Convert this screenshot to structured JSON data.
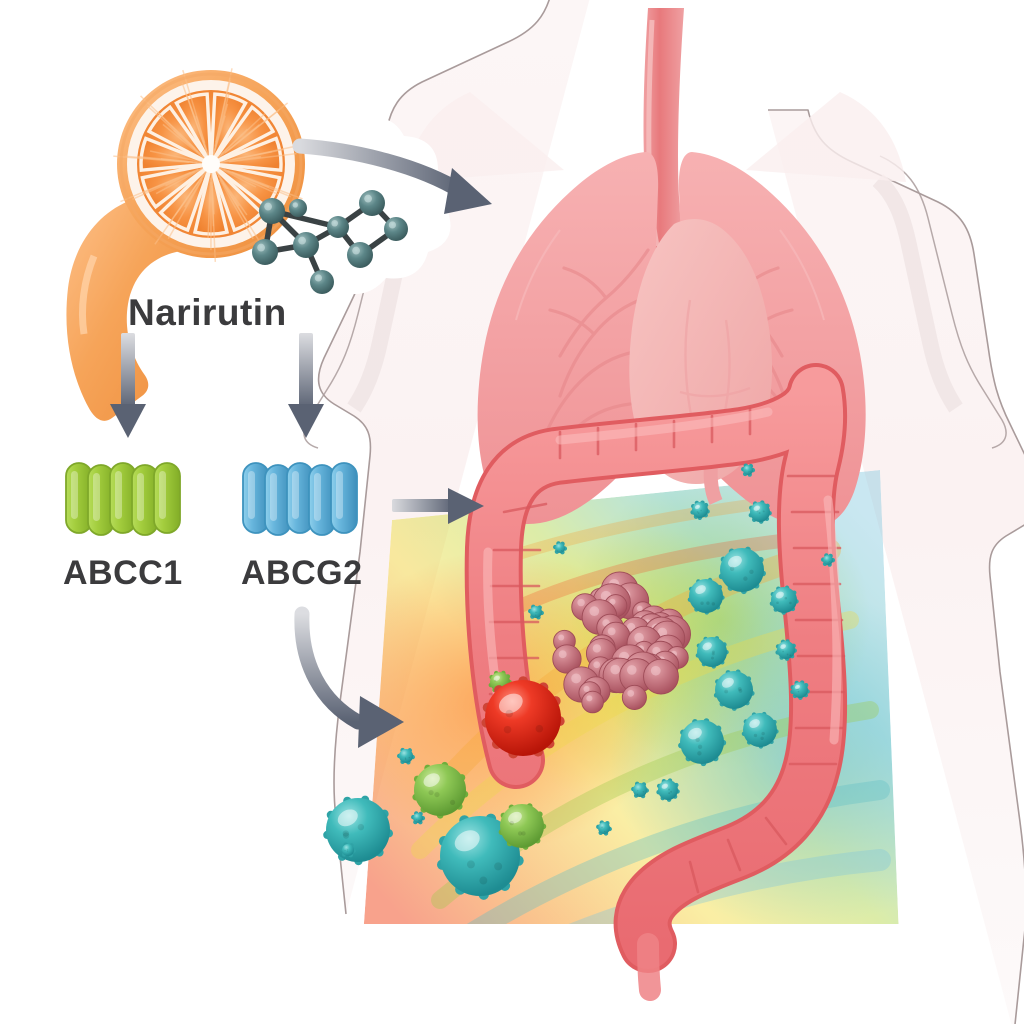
{
  "figure": {
    "kind": "biomedical-mechanism-diagram",
    "subject": "Narirutin interaction with ABC efflux transporters in colorectal cancer"
  },
  "compound": {
    "name": "Narirutin",
    "source_icon": "orange-slice-icon",
    "structure_icon": "molecule-structure-icon",
    "orange": {
      "peel_color": "#F5A04B",
      "flesh_color": "#F58232",
      "pith_color": "#FDF3EA",
      "segments": 11
    },
    "molecule": {
      "node_color": "#4E7A7C",
      "bond_color": "#3A4244",
      "node_count": 9
    }
  },
  "transporters": [
    {
      "id": "abcc1",
      "label": "ABCC1",
      "color": "#9FCC3B",
      "color_dark": "#7FA82A",
      "helices": 5,
      "icon": "membrane-transporter-icon"
    },
    {
      "id": "abcg2",
      "label": "ABCG2",
      "color": "#63B4DC",
      "color_dark": "#3E93BE",
      "helices": 5,
      "icon": "membrane-transporter-icon"
    }
  ],
  "arrows": [
    {
      "id": "orange-to-body",
      "style": "curved",
      "icon": "curved-arrow-icon",
      "color": "#6B7280"
    },
    {
      "id": "narirutin-to-abcc1",
      "style": "straight-down",
      "icon": "down-arrow-icon",
      "color": "#6B7280"
    },
    {
      "id": "narirutin-to-abcg2",
      "style": "straight-down",
      "icon": "down-arrow-icon",
      "color": "#6B7280"
    },
    {
      "id": "abcg2-to-colon",
      "style": "straight-right",
      "icon": "right-arrow-icon",
      "color": "#6B7280"
    },
    {
      "id": "abcg2-to-cells",
      "style": "curved-down",
      "icon": "curved-arrow-icon",
      "color": "#6B7280"
    }
  ],
  "anatomy": {
    "body_silhouette": {
      "fill": "#FBF5F5",
      "stroke": "#A99B9B",
      "icon": "human-torso-icon"
    },
    "lungs": {
      "fill": "#F4A2A4",
      "icon": "lungs-icon"
    },
    "trachea": {
      "fill": "#E8797C",
      "icon": "trachea-icon"
    },
    "heart": {
      "fill": "#F3B3B2",
      "icon": "heart-icon"
    },
    "colon": {
      "fill": "#F08385",
      "stroke": "#E05C60",
      "icon": "large-intestine-icon"
    }
  },
  "pathology": {
    "tumor": {
      "label_icon": "tumor-cluster-icon",
      "color": "#C86B77",
      "sphere_count": 46
    },
    "cells": [
      {
        "type": "red-cell",
        "color": "#E02B22",
        "count": 1
      },
      {
        "type": "green-cell",
        "color": "#86C552",
        "count": 3
      },
      {
        "type": "teal-cell",
        "color": "#37B4B6",
        "count": 14
      }
    ],
    "gradient_field": {
      "icon": "rainbow-gradient-icon",
      "stops": [
        "#F2552E",
        "#F79A33",
        "#F6DE4A",
        "#B6D84B",
        "#5ABFB7",
        "#7FC6DE"
      ]
    }
  }
}
